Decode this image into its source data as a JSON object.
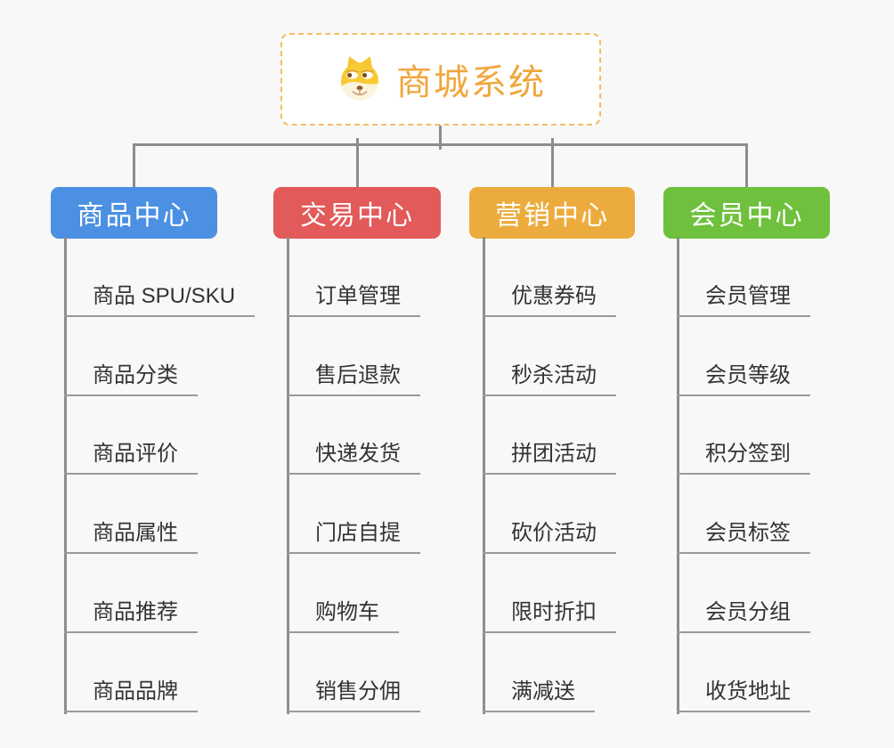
{
  "root": {
    "title": "商城系统",
    "icon": "doge-icon",
    "text_color": "#f0a73c",
    "border_color": "#f3bc66",
    "background": "#ffffff"
  },
  "colors": {
    "canvas_background": "#f8f8f8",
    "connector": "#8d8d8d",
    "leaf_underline": "#9a9a9a",
    "leaf_text": "#333333"
  },
  "branches": [
    {
      "label": "商品中心",
      "color": "#4B90E2",
      "items": [
        "商品 SPU/SKU",
        "商品分类",
        "商品评价",
        "商品属性",
        "商品推荐",
        "商品品牌"
      ]
    },
    {
      "label": "交易中心",
      "color": "#E25A5A",
      "items": [
        "订单管理",
        "售后退款",
        "快递发货",
        "门店自提",
        "购物车",
        "销售分佣"
      ]
    },
    {
      "label": "营销中心",
      "color": "#ECAC3D",
      "items": [
        "优惠券码",
        "秒杀活动",
        "拼团活动",
        "砍价活动",
        "限时折扣",
        "满减送"
      ]
    },
    {
      "label": "会员中心",
      "color": "#6FC13D",
      "items": [
        "会员管理",
        "会员等级",
        "积分签到",
        "会员标签",
        "会员分组",
        "收货地址"
      ]
    }
  ]
}
